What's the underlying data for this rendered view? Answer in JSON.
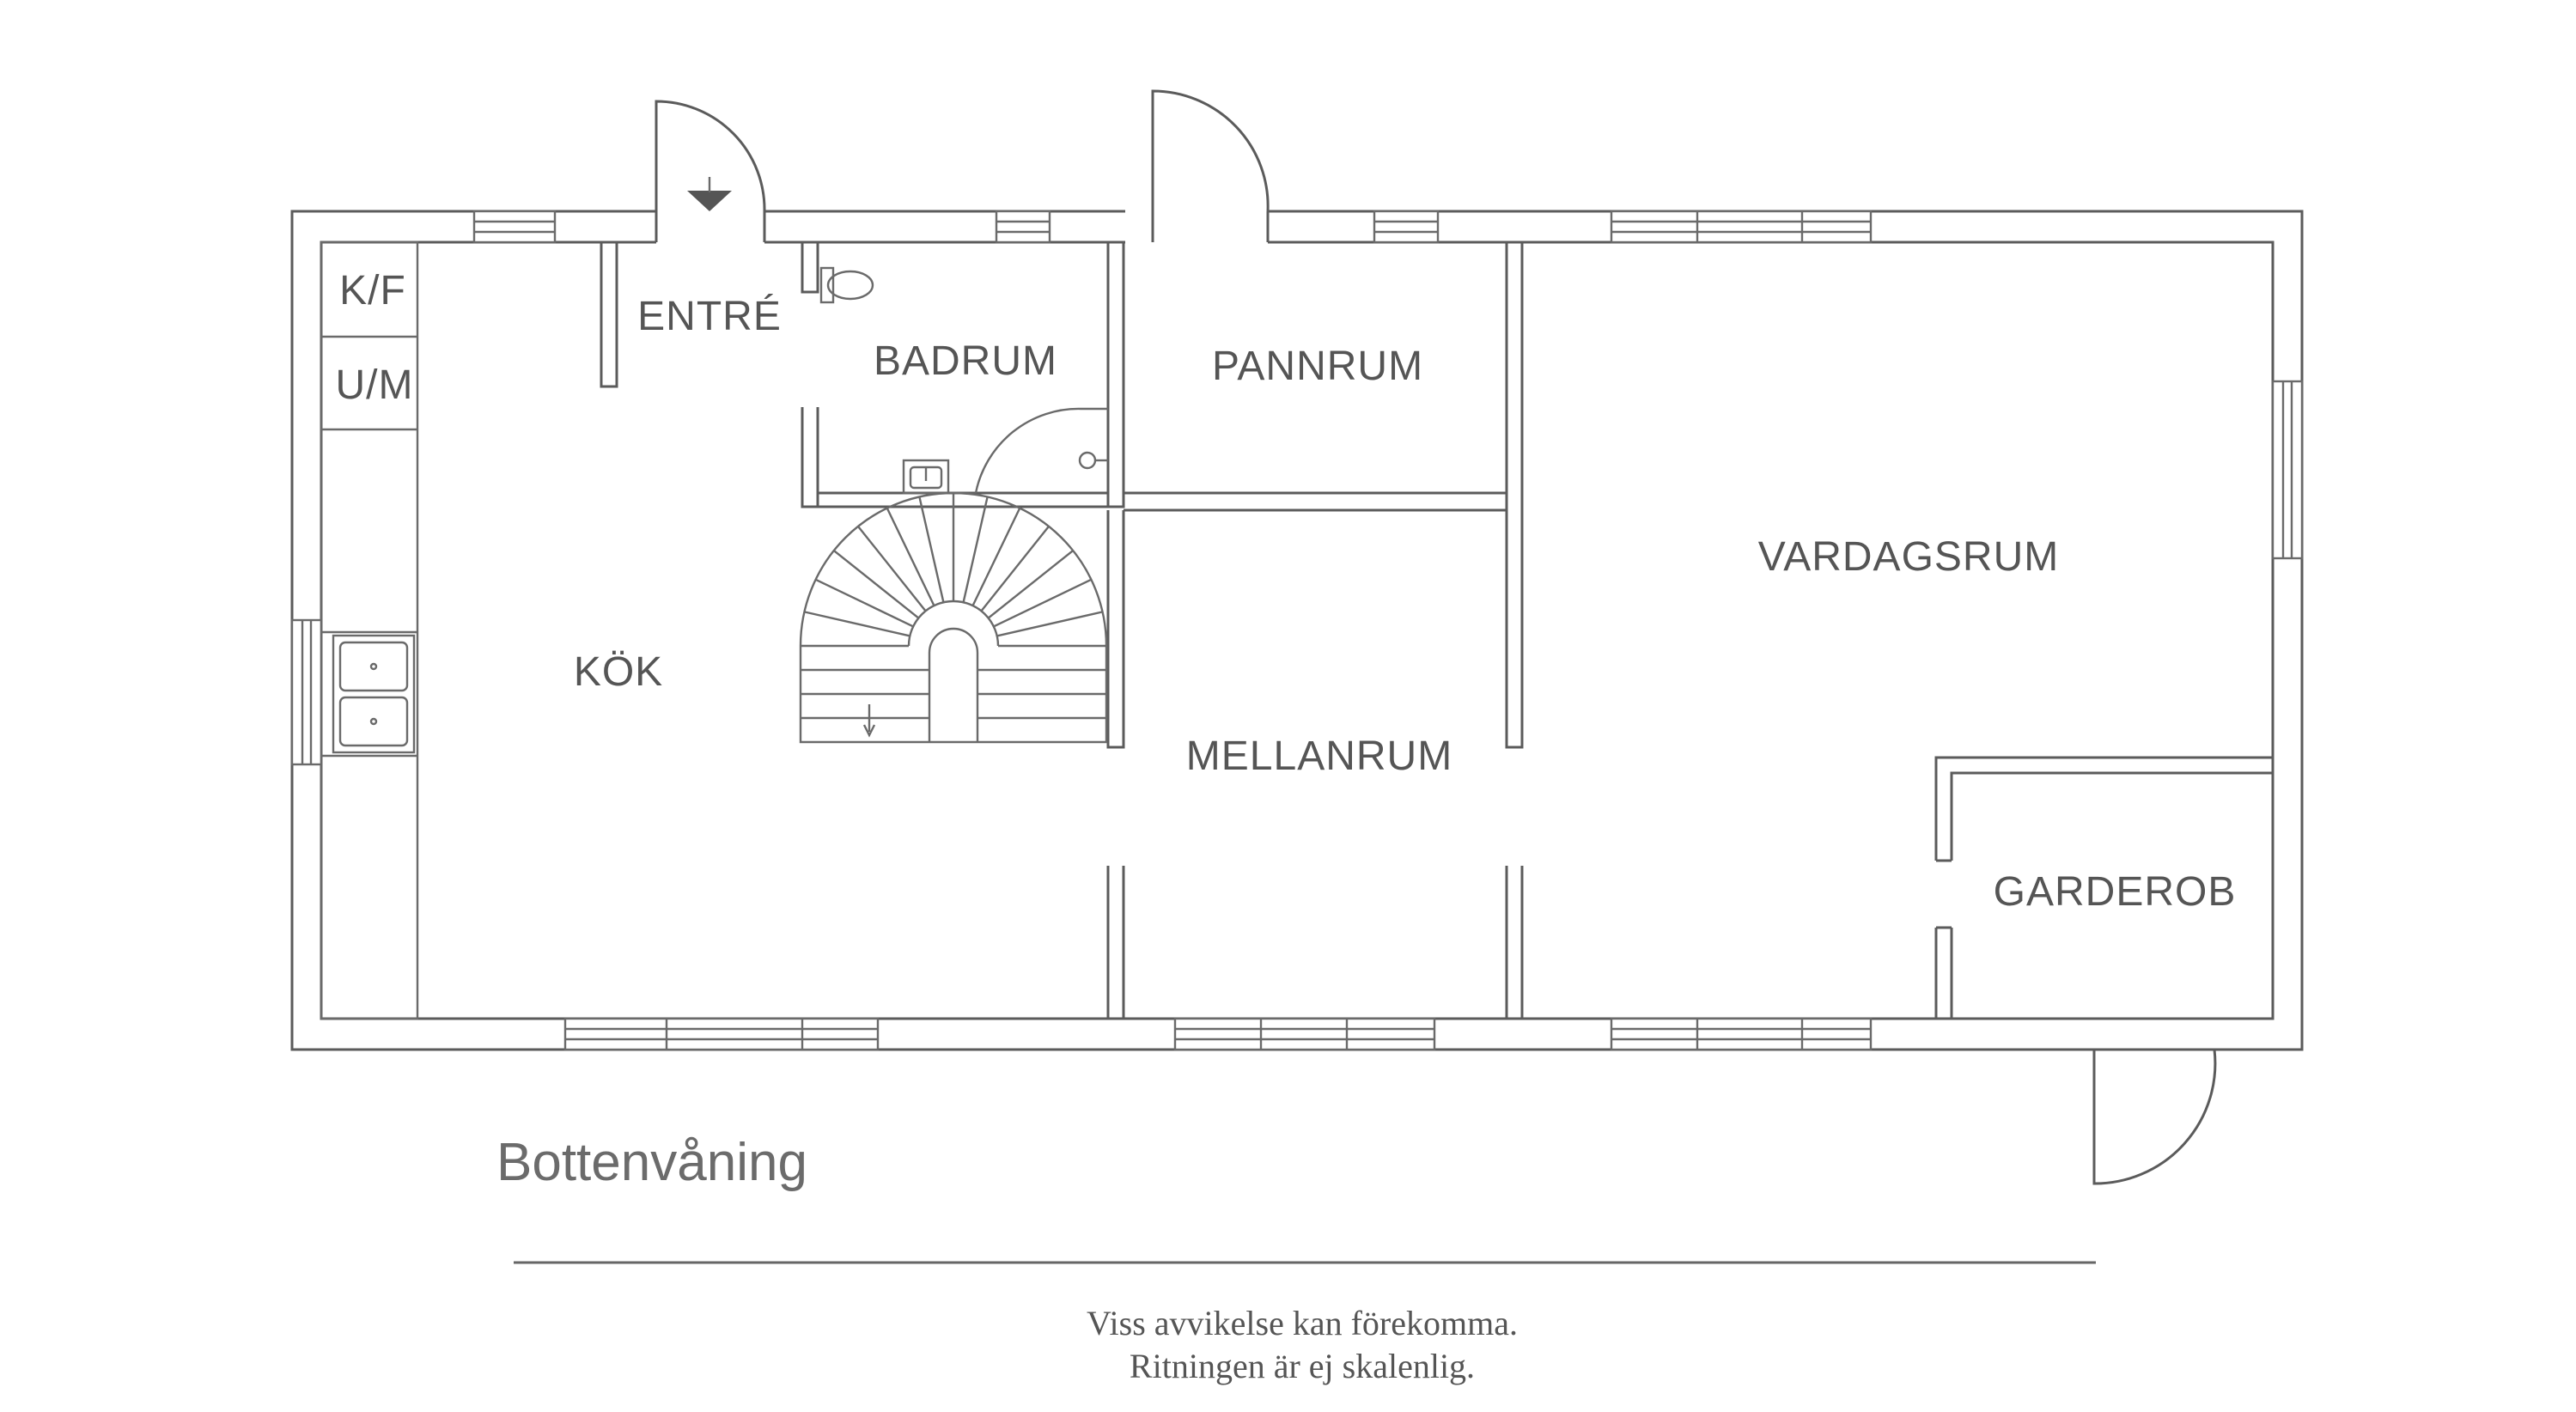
{
  "floor_title": "Bottenvåning",
  "rooms": {
    "kf": "K/F",
    "um": "U/M",
    "entre": "ENTRÉ",
    "badrum": "BADRUM",
    "pannrum": "PANNRUM",
    "vardagsrum": "VARDAGSRUM",
    "kok": "KÖK",
    "mellanrum": "MELLANRUM",
    "garderob": "GARDEROB"
  },
  "disclaimer": {
    "line1": "Viss avvikelse kan förekomma.",
    "line2": "Ritningen är ej skalenlig."
  },
  "colors": {
    "walls": "#5b5b5b",
    "labels": "#555555"
  }
}
